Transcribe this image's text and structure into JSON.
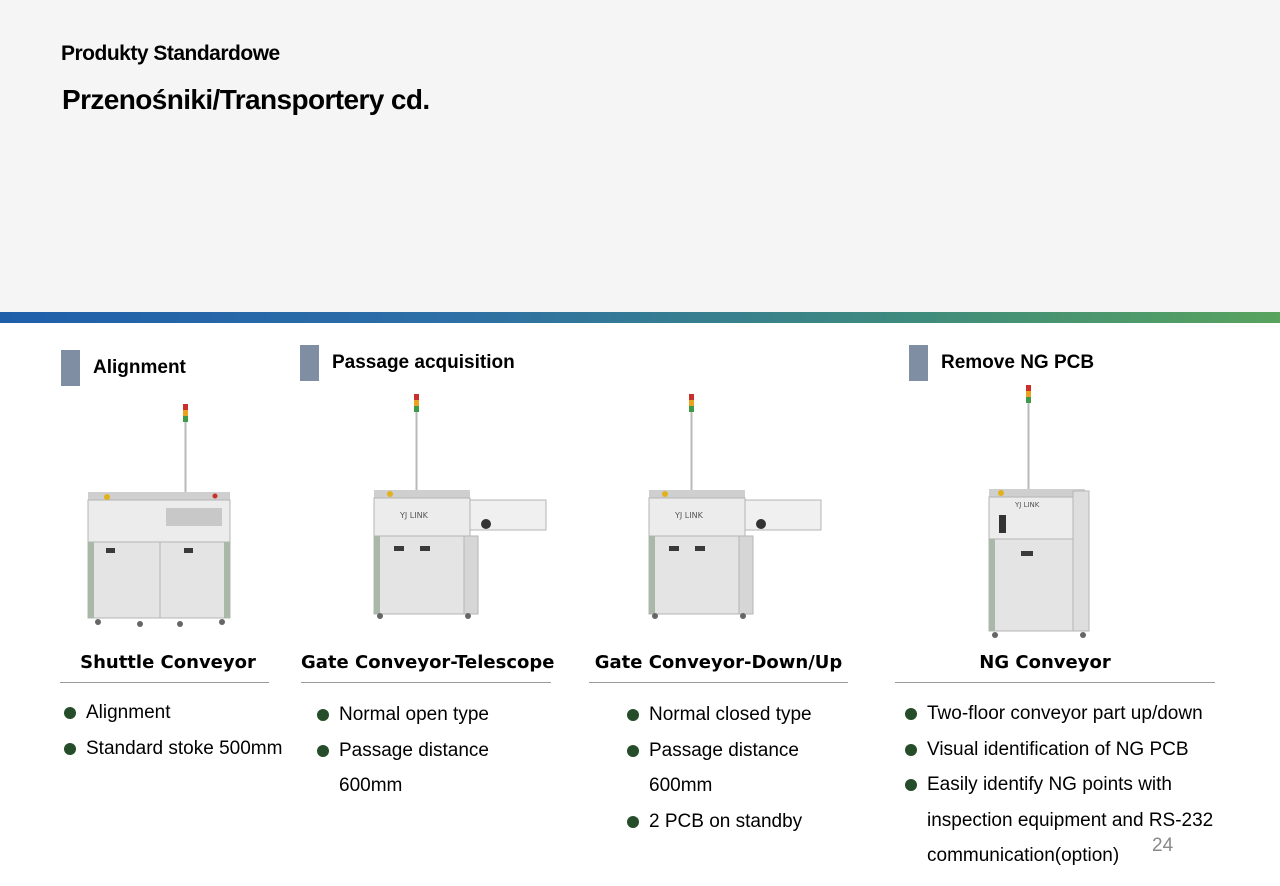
{
  "header": {
    "kicker": "Produkty Standardowe",
    "title": "Przenośniki/Transportery cd."
  },
  "sections": [
    {
      "label": "Alignment"
    },
    {
      "label": "Passage acquisition"
    },
    {
      "label": "Remove NG PCB"
    }
  ],
  "products": [
    {
      "name": "Shuttle Conveyor",
      "bullets": [
        "Alignment",
        "Standard stoke 500mm"
      ]
    },
    {
      "name": "Gate Conveyor-Telescope",
      "bullets": [
        "Normal open type",
        "Passage distance",
        "600mm"
      ]
    },
    {
      "name": "Gate Conveyor-Down/Up",
      "bullets": [
        "Normal closed type",
        "Passage distance",
        "600mm",
        "2 PCB on standby"
      ]
    },
    {
      "name": "NG Conveyor",
      "bullets": [
        "Two-floor conveyor part up/down",
        "Visual identification of NG PCB",
        "Easily identify NG points with",
        "inspection equipment and RS-232",
        "communication(option)"
      ]
    }
  ],
  "page_number": "24"
}
